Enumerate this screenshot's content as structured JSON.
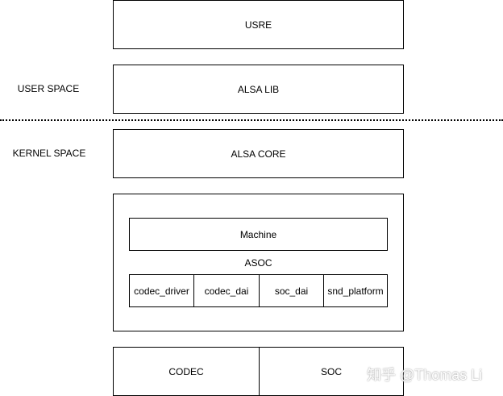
{
  "layers": {
    "user": "USRE",
    "alsa_lib": "ALSA LIB",
    "alsa_core": "ALSA CORE"
  },
  "regions": {
    "user_space": "USER SPACE",
    "kernel_space": "KERNEL SPACE"
  },
  "asoc": {
    "title": "ASOC",
    "machine": "Machine",
    "components": [
      "codec_driver",
      "codec_dai",
      "soc_dai",
      "snd_platform"
    ]
  },
  "hardware": {
    "codec": "CODEC",
    "soc": "SOC"
  },
  "watermark": "知乎 @Thomas Li"
}
